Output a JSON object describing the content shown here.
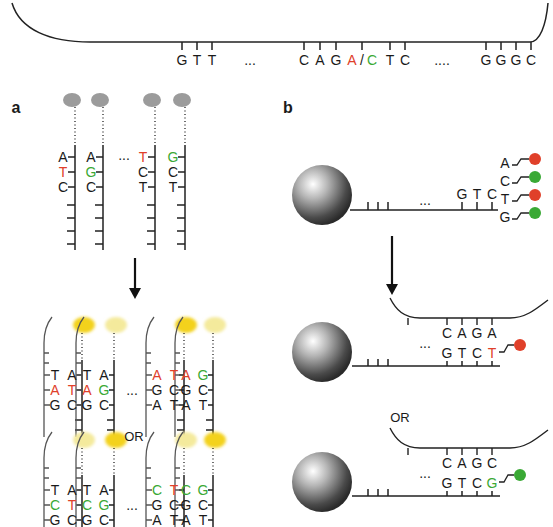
{
  "diagram": {
    "labels": [
      "G",
      "T",
      "T",
      "...",
      "C",
      "A",
      "G",
      "A",
      "/",
      "C",
      "T",
      "C",
      "....",
      "G",
      "G",
      "G",
      "C",
      "a",
      "b",
      "A",
      "T",
      "C",
      "A",
      "G",
      "C",
      "...",
      "T",
      "C",
      "T",
      "G",
      "C",
      "T",
      "T",
      "A",
      "A",
      "T",
      "G",
      "C",
      "T",
      "A",
      "A",
      "G",
      "G",
      "C",
      "...",
      "A",
      "T",
      "G",
      "C",
      "A",
      "T",
      "A",
      "G",
      "G",
      "C",
      "A",
      "T",
      "OR",
      "T",
      "A",
      "C",
      "T",
      "G",
      "C",
      "T",
      "A",
      "C",
      "G",
      "G",
      "C",
      "...",
      "C",
      "T",
      "G",
      "C",
      "A",
      "T",
      "C",
      "G",
      "G",
      "C",
      "A",
      "T",
      "...",
      "G",
      "T",
      "C",
      "A",
      "C",
      "T",
      "G",
      "...",
      "C",
      "A",
      "G",
      "A",
      "G",
      "T",
      "C",
      "T",
      "OR",
      "...",
      "C",
      "A",
      "G",
      "C",
      "G",
      "T",
      "C",
      "G"
    ]
  }
}
